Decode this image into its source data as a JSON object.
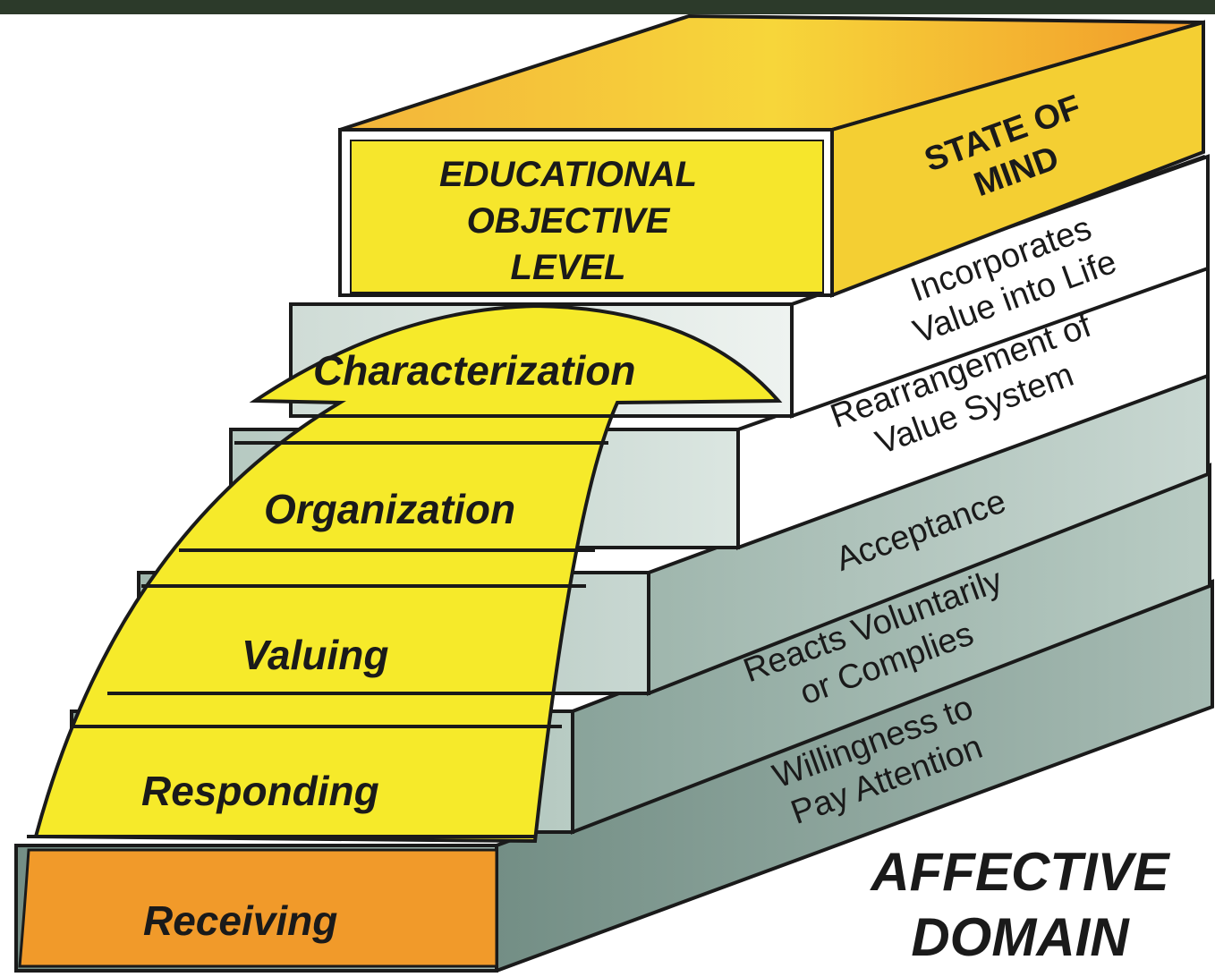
{
  "header": {
    "objective_column": [
      "EDUCATIONAL",
      "OBJECTIVE",
      "LEVEL"
    ],
    "state_column": [
      "STATE OF",
      "MIND"
    ]
  },
  "levels": [
    {
      "name": "Characterization",
      "state_of_mind": [
        "Incorporates",
        "Value into Life"
      ]
    },
    {
      "name": "Organization",
      "state_of_mind": [
        "Rearrangement of",
        "Value System"
      ]
    },
    {
      "name": "Valuing",
      "state_of_mind": [
        "Acceptance"
      ]
    },
    {
      "name": "Responding",
      "state_of_mind": [
        "Reacts Voluntarily",
        "or Complies"
      ]
    },
    {
      "name": "Receiving",
      "state_of_mind": [
        "Willingness to",
        "Pay Attention"
      ]
    }
  ],
  "domain_title": [
    "AFFECTIVE",
    "DOMAIN"
  ],
  "colors": {
    "yellow": "#f6ea2a",
    "orange": "#f19a2a",
    "teal_light": "#d7e2dd",
    "teal_mid": "#a7bcb4",
    "teal_dark": "#7f9a91",
    "outline": "#1a1a1a",
    "top_band": "#2c3a2a"
  }
}
